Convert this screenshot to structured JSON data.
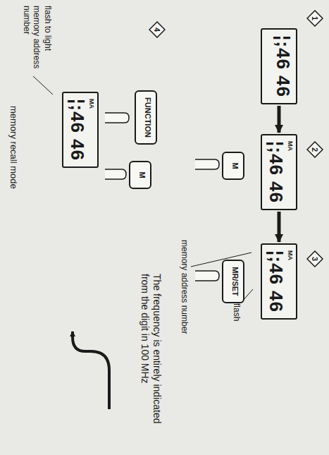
{
  "diagram": {
    "nodes": [
      {
        "text": [
          "1"
        ]
      },
      {
        "text": [
          "¦;46 46"
        ]
      },
      {
        "text": [
          "2"
        ]
      },
      {
        "text": [
          "MA",
          "¦;46 46"
        ]
      },
      {
        "text": [
          "M"
        ]
      },
      {
        "text": [
          "3"
        ]
      },
      {
        "text": [
          "MA",
          "¦;46 46"
        ]
      },
      {
        "text": [
          "MR/SET"
        ]
      },
      {
        "text": [
          "4"
        ]
      },
      {
        "text": [
          "FUNCTION"
        ]
      },
      {
        "text": [
          "M"
        ]
      },
      {
        "text": [
          "MA",
          "¦;46 46"
        ]
      }
    ],
    "edges": [
      {
        "from": 1,
        "to": 3,
        "arrow": "to"
      },
      {
        "from": 3,
        "to": 6,
        "arrow": "to"
      }
    ],
    "labels": [
      "flash",
      "memory address number",
      "The frequency is entirely indicated from the digit in 100 MHz",
      "flash to light",
      "memory address number",
      "memory recall mode"
    ]
  }
}
